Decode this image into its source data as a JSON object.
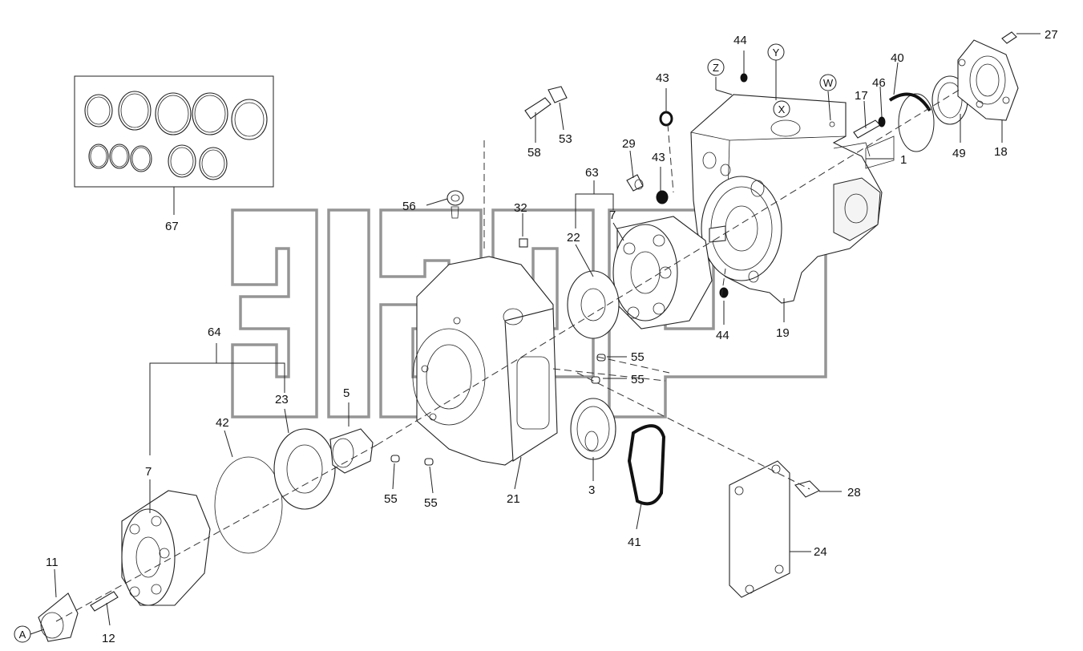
{
  "labels": [
    {
      "id": "l27",
      "text": "27"
    },
    {
      "id": "l44a",
      "text": "44"
    },
    {
      "id": "l40",
      "text": "40"
    },
    {
      "id": "l46",
      "text": "46"
    },
    {
      "id": "l43a",
      "text": "43"
    },
    {
      "id": "l17",
      "text": "17"
    },
    {
      "id": "l49",
      "text": "49"
    },
    {
      "id": "l18",
      "text": "18"
    },
    {
      "id": "l1",
      "text": "1"
    },
    {
      "id": "l53",
      "text": "53"
    },
    {
      "id": "l58",
      "text": "58"
    },
    {
      "id": "l29",
      "text": "29"
    },
    {
      "id": "l43b",
      "text": "43"
    },
    {
      "id": "l63",
      "text": "63"
    },
    {
      "id": "l56",
      "text": "56"
    },
    {
      "id": "l32",
      "text": "32"
    },
    {
      "id": "l22",
      "text": "22"
    },
    {
      "id": "l7a",
      "text": "7"
    },
    {
      "id": "l67",
      "text": "67"
    },
    {
      "id": "l44b",
      "text": "44"
    },
    {
      "id": "l19",
      "text": "19"
    },
    {
      "id": "l64",
      "text": "64"
    },
    {
      "id": "l55a",
      "text": "55"
    },
    {
      "id": "l55b",
      "text": "55"
    },
    {
      "id": "l5",
      "text": "5"
    },
    {
      "id": "l23",
      "text": "23"
    },
    {
      "id": "l42",
      "text": "42"
    },
    {
      "id": "l7b",
      "text": "7"
    },
    {
      "id": "l55c",
      "text": "55"
    },
    {
      "id": "l55d",
      "text": "55"
    },
    {
      "id": "l21",
      "text": "21"
    },
    {
      "id": "l3",
      "text": "3"
    },
    {
      "id": "l28",
      "text": "28"
    },
    {
      "id": "l41",
      "text": "41"
    },
    {
      "id": "l24",
      "text": "24"
    },
    {
      "id": "l11",
      "text": "11"
    },
    {
      "id": "l12",
      "text": "12"
    }
  ],
  "callouts": {
    "z": "Z",
    "y": "Y",
    "x": "X",
    "w": "W",
    "a": "A"
  },
  "watermark": {
    "tm": "TM"
  }
}
